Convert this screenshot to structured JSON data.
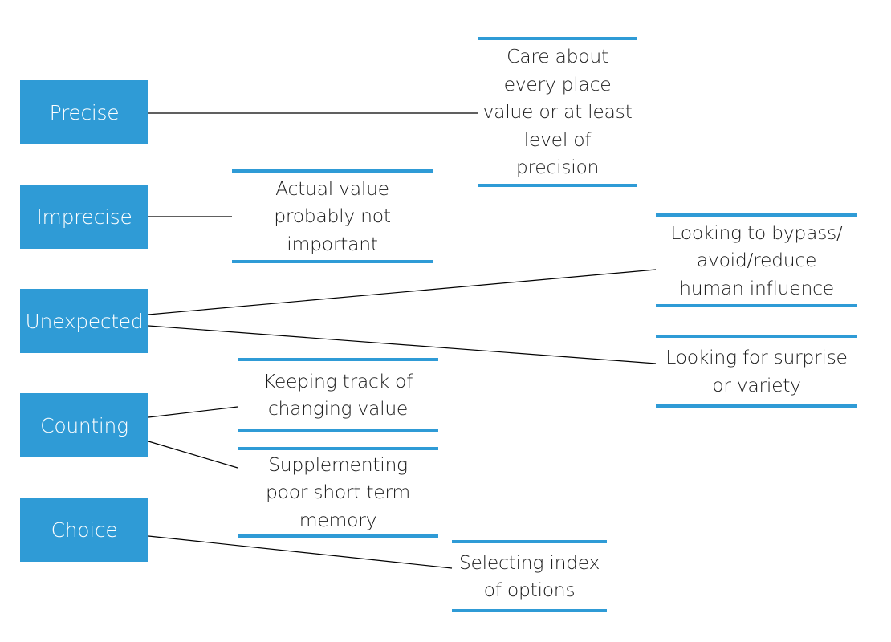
{
  "diagram": {
    "accent": "#2f9bd6",
    "categories": {
      "precise": "Precise",
      "imprecise": "Imprecise",
      "unexpected": "Unexpected",
      "counting": "Counting",
      "choice": "Choice"
    },
    "descriptions": {
      "precise": "Care about\nevery place\nvalue or at least\nlevel of\nprecision",
      "imprecise": "Actual value\nprobably not\nimportant",
      "bypass": "Looking to bypass/\navoid/reduce\nhuman influence",
      "surprise": "Looking for surprise\nor variety",
      "tracking": "Keeping track of\nchanging value",
      "memory": "Supplementing\npoor short term\nmemory",
      "selecting": "Selecting index\nof options"
    }
  }
}
